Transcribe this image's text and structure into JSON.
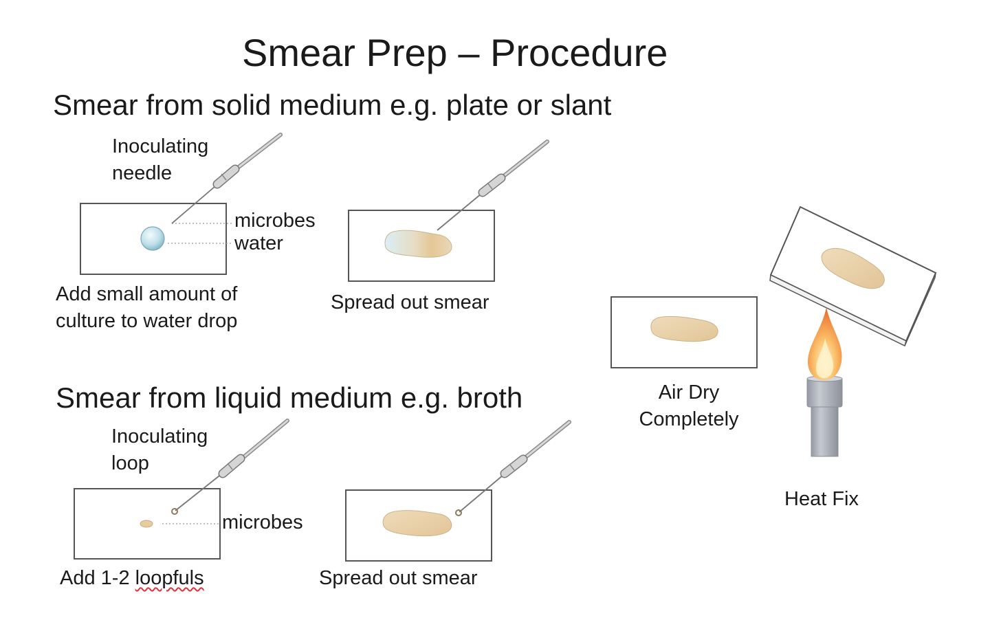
{
  "title": "Smear Prep – Procedure",
  "solid": {
    "heading": "Smear from solid medium e.g. plate or slant",
    "needle_label_line1": "Inoculating",
    "needle_label_line2": "needle",
    "microbes_label": "microbes",
    "water_label": "water",
    "step1_line1": "Add small amount of",
    "step1_line2": "culture to water drop",
    "step2": "Spread out smear"
  },
  "liquid": {
    "heading": "Smear from liquid medium e.g. broth",
    "loop_label_line1": "Inoculating",
    "loop_label_line2": "loop",
    "microbes_label": "microbes",
    "step1_prefix": "Add 1-2 ",
    "step1_word": "loopfuls",
    "step2": "Spread out smear"
  },
  "air_dry": {
    "line1": "Air Dry",
    "line2": "Completely"
  },
  "heat_fix": {
    "label": "Heat Fix"
  },
  "colors": {
    "smear": "#ead3ac",
    "water_drop": "#bfe0ea",
    "slide_border": "#555555",
    "flame_outer": "#f08a3c",
    "burner": "#a9adb5"
  }
}
